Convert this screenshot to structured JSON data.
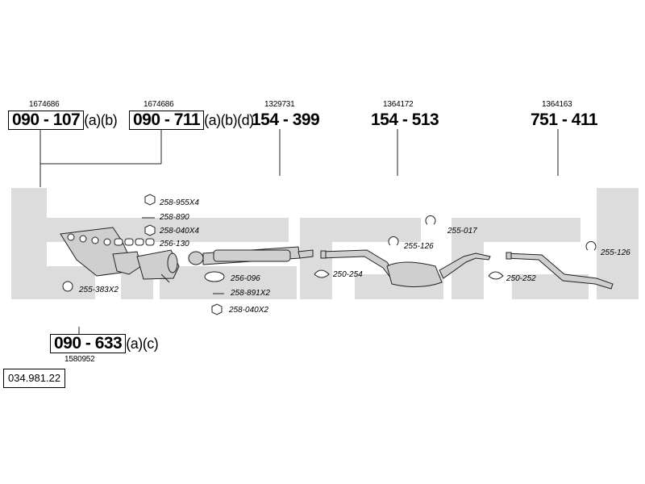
{
  "groups": [
    {
      "small": "1674686",
      "code": "090 - 107",
      "suffix": "(a)(b)"
    },
    {
      "small": "1674686",
      "code": "090 - 711",
      "suffix": "(a)(b)(d)"
    },
    {
      "small": "1329731",
      "code": "154 - 399",
      "suffix": ""
    },
    {
      "small": "1364172",
      "code": "154 - 513",
      "suffix": ""
    },
    {
      "small": "1364163",
      "code": "751 - 411",
      "suffix": ""
    },
    {
      "small": "1580952",
      "code": "090 - 633",
      "suffix": "(a)(c)"
    }
  ],
  "parts": [
    "258-955X4",
    "258-890",
    "258-040X4",
    "256-130",
    "255-383X2",
    "256-096",
    "258-891X2",
    "258-040X2",
    "255-017",
    "255-126",
    "250-254",
    "250-252",
    "255-126"
  ],
  "reference": "034.981.22",
  "colors": {
    "band": "#dcdcdc",
    "line": "#222222",
    "part_fill": "#cfcfcf"
  }
}
